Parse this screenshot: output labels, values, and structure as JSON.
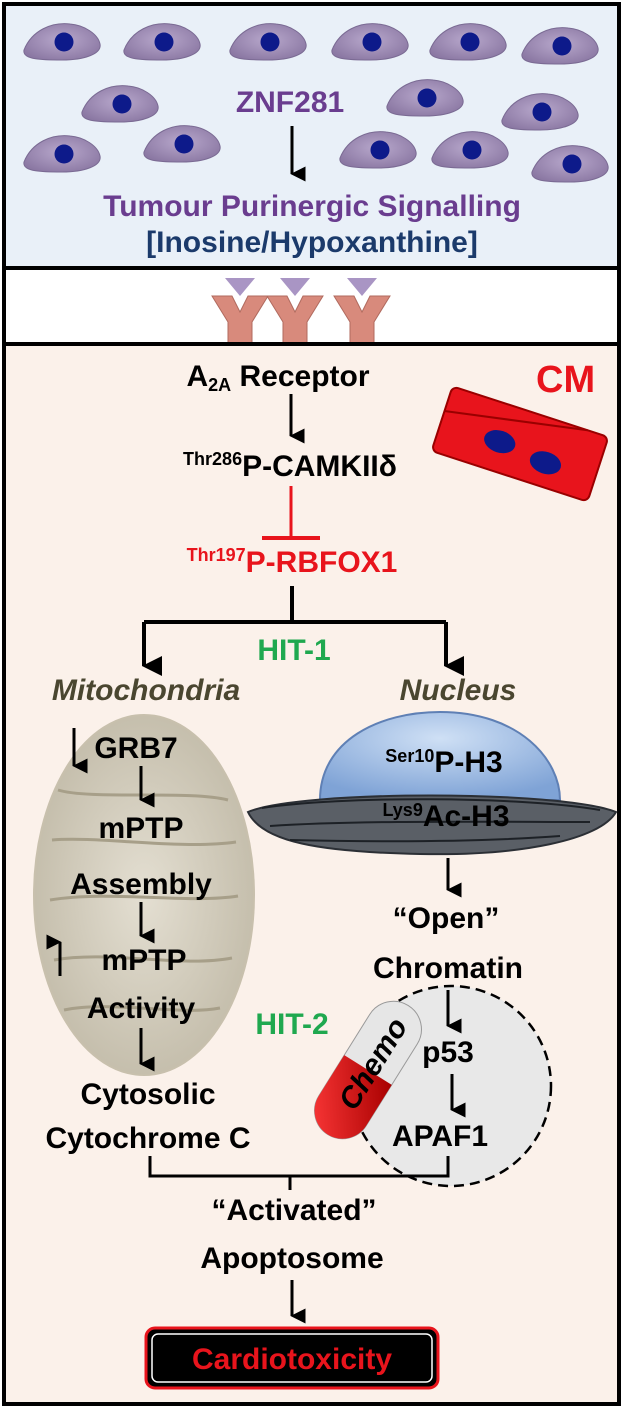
{
  "tumour": {
    "gene": "ZNF281",
    "signalling": "Tumour Purinergic Signalling",
    "metabolites": "[Inosine/Hypoxanthine]"
  },
  "cm": {
    "label": "CM",
    "receptor_main": "A",
    "receptor_sub": "2A",
    "receptor_rest": " Receptor",
    "camk_site": "Thr286",
    "camk": "P-CAMKIIδ",
    "rbfox_site": "Thr197",
    "rbfox": "P-RBFOX1",
    "hit1": "HIT-1",
    "hit2": "HIT-2"
  },
  "mito": {
    "title": "Mitochondria",
    "grb7": "GRB7",
    "mptp1": "mPTP",
    "assembly": "Assembly",
    "mptp2": "mPTP",
    "activity": "Activity",
    "cyto1": "Cytosolic",
    "cyto2": "Cytochrome C"
  },
  "nucleus": {
    "title": "Nucleus",
    "h3p_site": "Ser10",
    "h3p": "P-H3",
    "h3ac_site": "Lys9",
    "h3ac": "Ac-H3",
    "open1": "“Open”",
    "open2": "Chromatin",
    "p53": "p53",
    "apaf1": "APAF1",
    "chemo": "Chemo"
  },
  "outcome": {
    "activated": "“Activated”",
    "apoptosome": "Apoptosome",
    "cardiotoxicity": "Cardiotoxicity"
  },
  "colors": {
    "purple": "#6a3d8f",
    "navy": "#1b3a6b",
    "red": "#e8141c",
    "green": "#1fa84f",
    "olive": "#4a4630",
    "panel_top": "#e9f0f8",
    "panel_bottom": "#fbf1ea"
  }
}
